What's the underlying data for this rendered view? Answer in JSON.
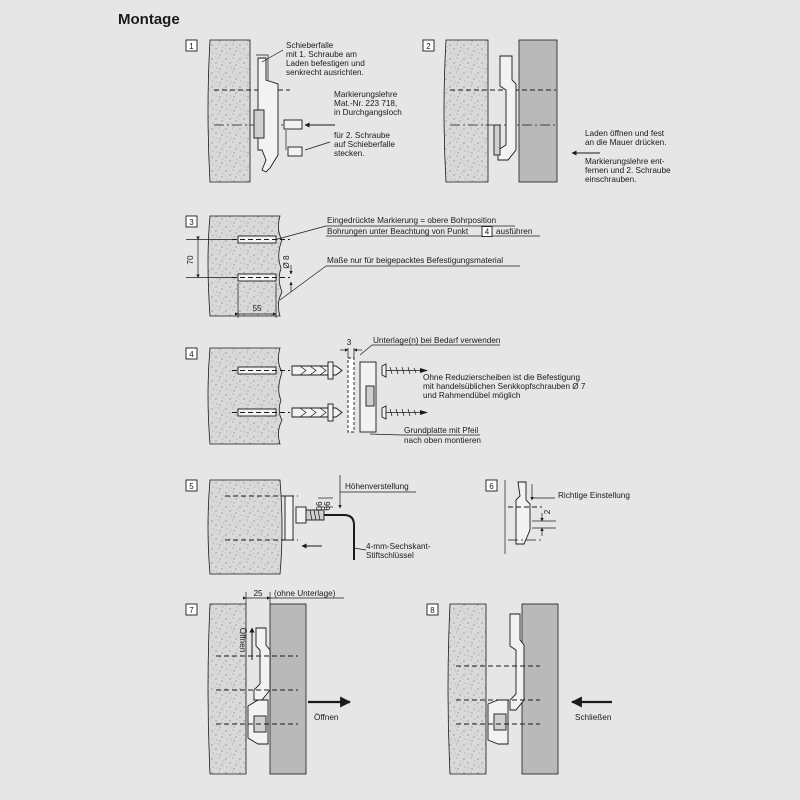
{
  "title": "Montage",
  "steps": [
    {
      "num": "1",
      "texts": [
        "Schieberfalle",
        "mit 1. Schraube am",
        "Laden befestigen und",
        "senkrecht ausrichten.",
        "Markierungslehre",
        "Mat.-Nr. 223 718,",
        "in Durchgangsloch",
        "für 2. Schraube",
        "auf Schieberfalle",
        "stecken."
      ]
    },
    {
      "num": "2",
      "texts": [
        "Laden öffnen und fest",
        "an die Mauer drücken.",
        "Markierungslehre ent-",
        "fernen und 2. Schraube",
        "einschrauben."
      ]
    },
    {
      "num": "3",
      "texts": [
        "Eingedrückte Markierung = obere Bohrposition",
        "Bohrungen unter Beachtung von Punkt",
        "4",
        "ausführen",
        "Maße nur für beigepacktes Befestigungsmaterial"
      ],
      "dims": [
        "70",
        "Ø 8",
        "55"
      ]
    },
    {
      "num": "4",
      "texts": [
        "Unterlage(n) bei Bedarf verwenden",
        "Ohne Reduzierscheiben ist die Befestigung",
        "mit handelsüblichen Senkkopfschrauben Ø 7",
        "und Rahmendübel möglich",
        "Grundplatte mit Pfeil",
        "nach oben montieren"
      ],
      "dims": [
        "3"
      ]
    },
    {
      "num": "5",
      "texts": [
        "Höhenverstellung",
        "4-mm-Sechskant-",
        "Stiftschlüssel"
      ],
      "dims": [
        "66",
        "06"
      ]
    },
    {
      "num": "6",
      "texts": [
        "Richtige Einstellung"
      ],
      "dims": [
        "2"
      ]
    },
    {
      "num": "7",
      "texts": [
        "(ohne Unterlage)",
        "Öffnen",
        "Öffnen"
      ],
      "dims": [
        "25"
      ]
    },
    {
      "num": "8",
      "texts": [
        "Schließen"
      ]
    }
  ]
}
